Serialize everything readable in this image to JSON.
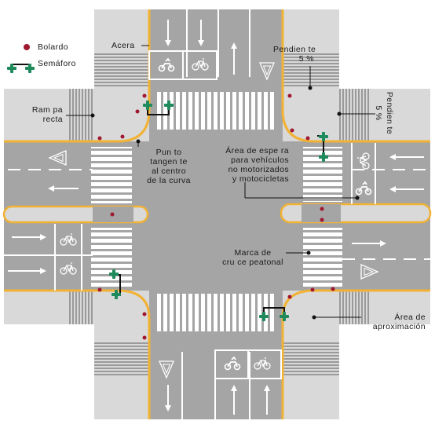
{
  "legend": {
    "bolardo": "Bolardo",
    "semaforo": "Semáforo"
  },
  "labels": {
    "acera": "Acera",
    "pendiente_top": [
      "Pendien te",
      "5 %"
    ],
    "pendiente_right": [
      "Pendien te",
      "5 %"
    ],
    "rampa": [
      "Ram pa",
      "recta"
    ],
    "punto": [
      "Pun to",
      "tangen te",
      "al centro",
      "de la curva"
    ],
    "area_espera": [
      "Área de espe ra",
      "para vehículos",
      "no motorizados",
      "y motocicletas"
    ],
    "marca": [
      "Marca de",
      "cru ce peatonal"
    ],
    "area_aprox": [
      "Área de",
      "aproximación"
    ]
  },
  "colors": {
    "road": "#a5a5a5",
    "sidewalk": "#d9d9d9",
    "curb": "#f2b233",
    "bollard": "#a01830",
    "signal": "#1f8a5c"
  },
  "icons": [
    "arrow-straight-icon",
    "arrow-left-icon",
    "arrow-right-icon",
    "yield-triangle-icon",
    "bicycle-icon",
    "motorcycle-icon",
    "traffic-light-icon",
    "bollard-icon"
  ]
}
